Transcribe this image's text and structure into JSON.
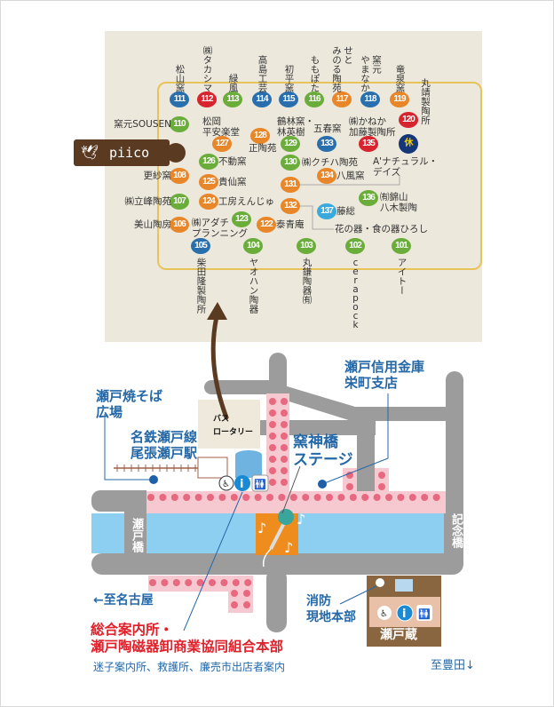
{
  "palette": {
    "blue": "#2a6fad",
    "red": "#d7252f",
    "green": "#6aad3a",
    "orange": "#e8862a",
    "cyan": "#3aa9db",
    "navy": "#16367a",
    "yellow": "#f5d000"
  },
  "piico": "piico",
  "holiday_badge": "休",
  "booths": [
    {
      "num": "111",
      "name": "松山窯",
      "color": "blue"
    },
    {
      "num": "112",
      "name": "㈱タカシマ",
      "color": "red"
    },
    {
      "num": "113",
      "name": "緑風",
      "color": "green"
    },
    {
      "num": "114",
      "name": "高島工芸",
      "color": "blue"
    },
    {
      "num": "115",
      "name": "初平窯",
      "color": "blue"
    },
    {
      "num": "116",
      "name": "ももぽた",
      "color": "green"
    },
    {
      "num": "117",
      "name": "せと\nみのる陶苑",
      "color": "orange"
    },
    {
      "num": "118",
      "name": "窯元\nやまなか",
      "color": "blue"
    },
    {
      "num": "119",
      "name": "竜泉窯",
      "color": "orange"
    },
    {
      "num": "120",
      "name": "丸靖製陶所",
      "color": "red"
    },
    {
      "num": "110",
      "name": "窯元SOUSEN",
      "color": "green"
    },
    {
      "num": "127",
      "name": "松岡\n平安楽堂",
      "color": "orange"
    },
    {
      "num": "128",
      "name": "正陶苑",
      "color": "orange"
    },
    {
      "num": "129",
      "name": "鶴林窯・\n林英樹",
      "color": "green"
    },
    {
      "num": "133",
      "name": "五春窯",
      "color": "blue"
    },
    {
      "num": "135",
      "name": "㈱かねか\n加藤製陶所",
      "color": "red"
    },
    {
      "num": "126",
      "name": "不動窯",
      "color": "green"
    },
    {
      "num": "130",
      "name": "㈱クチハ陶苑",
      "color": "green"
    },
    {
      "num": "108",
      "name": "更紗窯",
      "color": "orange"
    },
    {
      "num": "125",
      "name": "貴仙窯",
      "color": "orange"
    },
    {
      "num": "134",
      "name": "八風窯",
      "color": "orange"
    },
    {
      "num": "131",
      "name": "A'ナチュラル・\nデイズ",
      "color": "orange"
    },
    {
      "num": "107",
      "name": "㈱立峰陶苑",
      "color": "green"
    },
    {
      "num": "124",
      "name": "工房えんじゅ",
      "color": "orange"
    },
    {
      "num": "136",
      "name": "㈲錦山\n八木製陶",
      "color": "green"
    },
    {
      "num": "132",
      "name": "花の器・食の器ひろし",
      "color": "orange"
    },
    {
      "num": "137",
      "name": "藤総",
      "color": "cyan"
    },
    {
      "num": "106",
      "name": "美山陶房",
      "color": "orange"
    },
    {
      "num": "123",
      "name": "㈱アダチ\nプランニング",
      "color": "green"
    },
    {
      "num": "122",
      "name": "泰青庵",
      "color": "orange"
    },
    {
      "num": "105",
      "name": "柴田隆製陶所",
      "color": "blue"
    },
    {
      "num": "104",
      "name": "ヤオハン陶器",
      "color": "green"
    },
    {
      "num": "103",
      "name": "丸鎌陶器㈲",
      "color": "green"
    },
    {
      "num": "102",
      "name": "cerapock",
      "color": "green"
    },
    {
      "num": "101",
      "name": "アイトー",
      "color": "green"
    }
  ],
  "map": {
    "yakisoba": "瀬戸焼そば\n広場",
    "station": "名鉄瀬戸線\n尾張瀬戸駅",
    "bus": "バス\nロータリー",
    "stage": "窯神橋\nステージ",
    "bank": "瀬戸信用金庫\n栄町支店",
    "seto_bridge": "瀬戸橋",
    "kinen_bridge": "記念橋",
    "to_nagoya": "←至名古屋",
    "fire": "消防\n現地本部",
    "setogura": "瀬戸蔵",
    "info_title_1": "総合案内所・",
    "info_title_2": "瀬戸陶磁器卸商業協同組合本部",
    "info_sub": "迷子案内所、救護所、廉売市出店者案内",
    "to_toyota": "至豊田↓",
    "info_icon": "i"
  }
}
